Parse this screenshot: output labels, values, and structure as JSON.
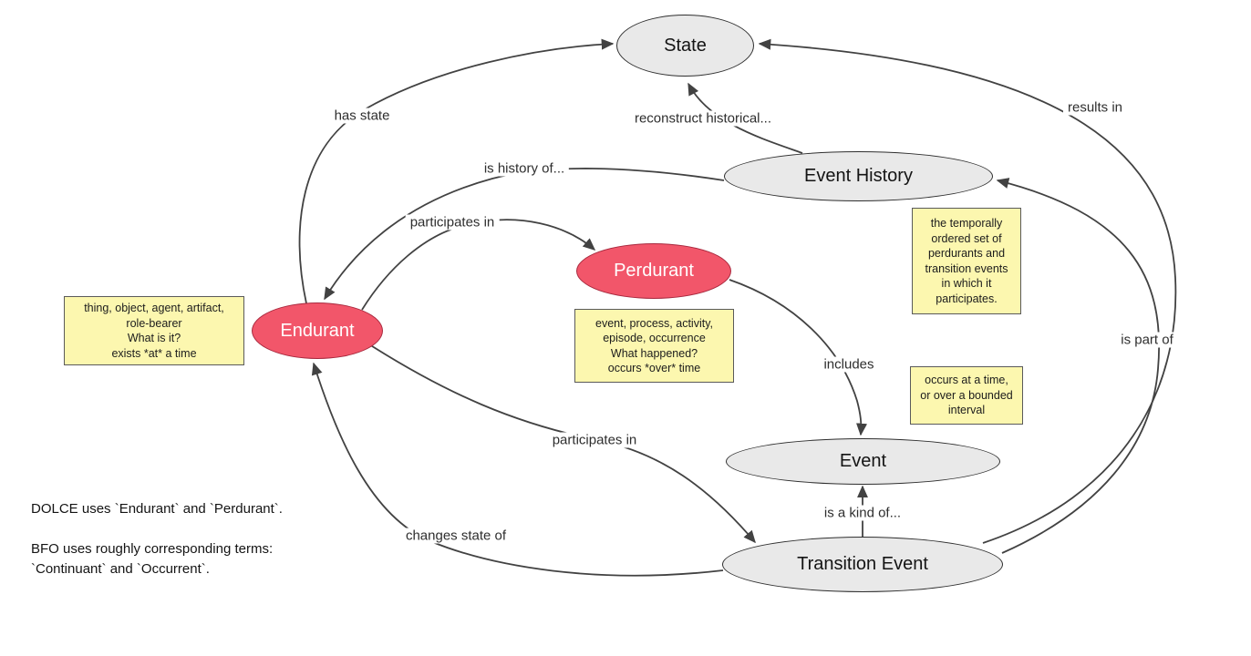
{
  "diagram": {
    "nodes": {
      "state": {
        "label": "State"
      },
      "event_history": {
        "label": "Event History"
      },
      "perdurant": {
        "label": "Perdurant"
      },
      "endurant": {
        "label": "Endurant"
      },
      "event": {
        "label": "Event"
      },
      "transition_event": {
        "label": "Transition Event"
      }
    },
    "notes": {
      "endurant": "thing, object, agent, artifact,\nrole-bearer\nWhat is it?\nexists *at* a time",
      "perdurant": "event, process, activity,\nepisode, occurrence\nWhat happened?\noccurs *over* time",
      "event_history": "the temporally\nordered set of\nperdurants and\ntransition events\nin which it\nparticipates.",
      "event": "occurs at a time,\nor over a bounded\ninterval"
    },
    "edges": {
      "has_state": "has state",
      "reconstruct": "reconstruct historical...",
      "results_in": "results in",
      "is_history_of": "is history of...",
      "participates_in_upper": "participates in",
      "includes": "includes",
      "is_part_of": "is part of",
      "participates_in_lower": "participates in",
      "is_a_kind_of": "is a kind of...",
      "changes_state_of": "changes state of"
    },
    "footnote": "DOLCE uses `Endurant` and `Perdurant`.\n\nBFO uses roughly corresponding terms:\n`Continuant` and `Occurrent`.",
    "colors": {
      "node_gray": "#e9e9e9",
      "node_red": "#f2566a",
      "node_red_border": "#a8293e",
      "note_yellow": "#fcf7af",
      "edge": "#424242"
    }
  }
}
